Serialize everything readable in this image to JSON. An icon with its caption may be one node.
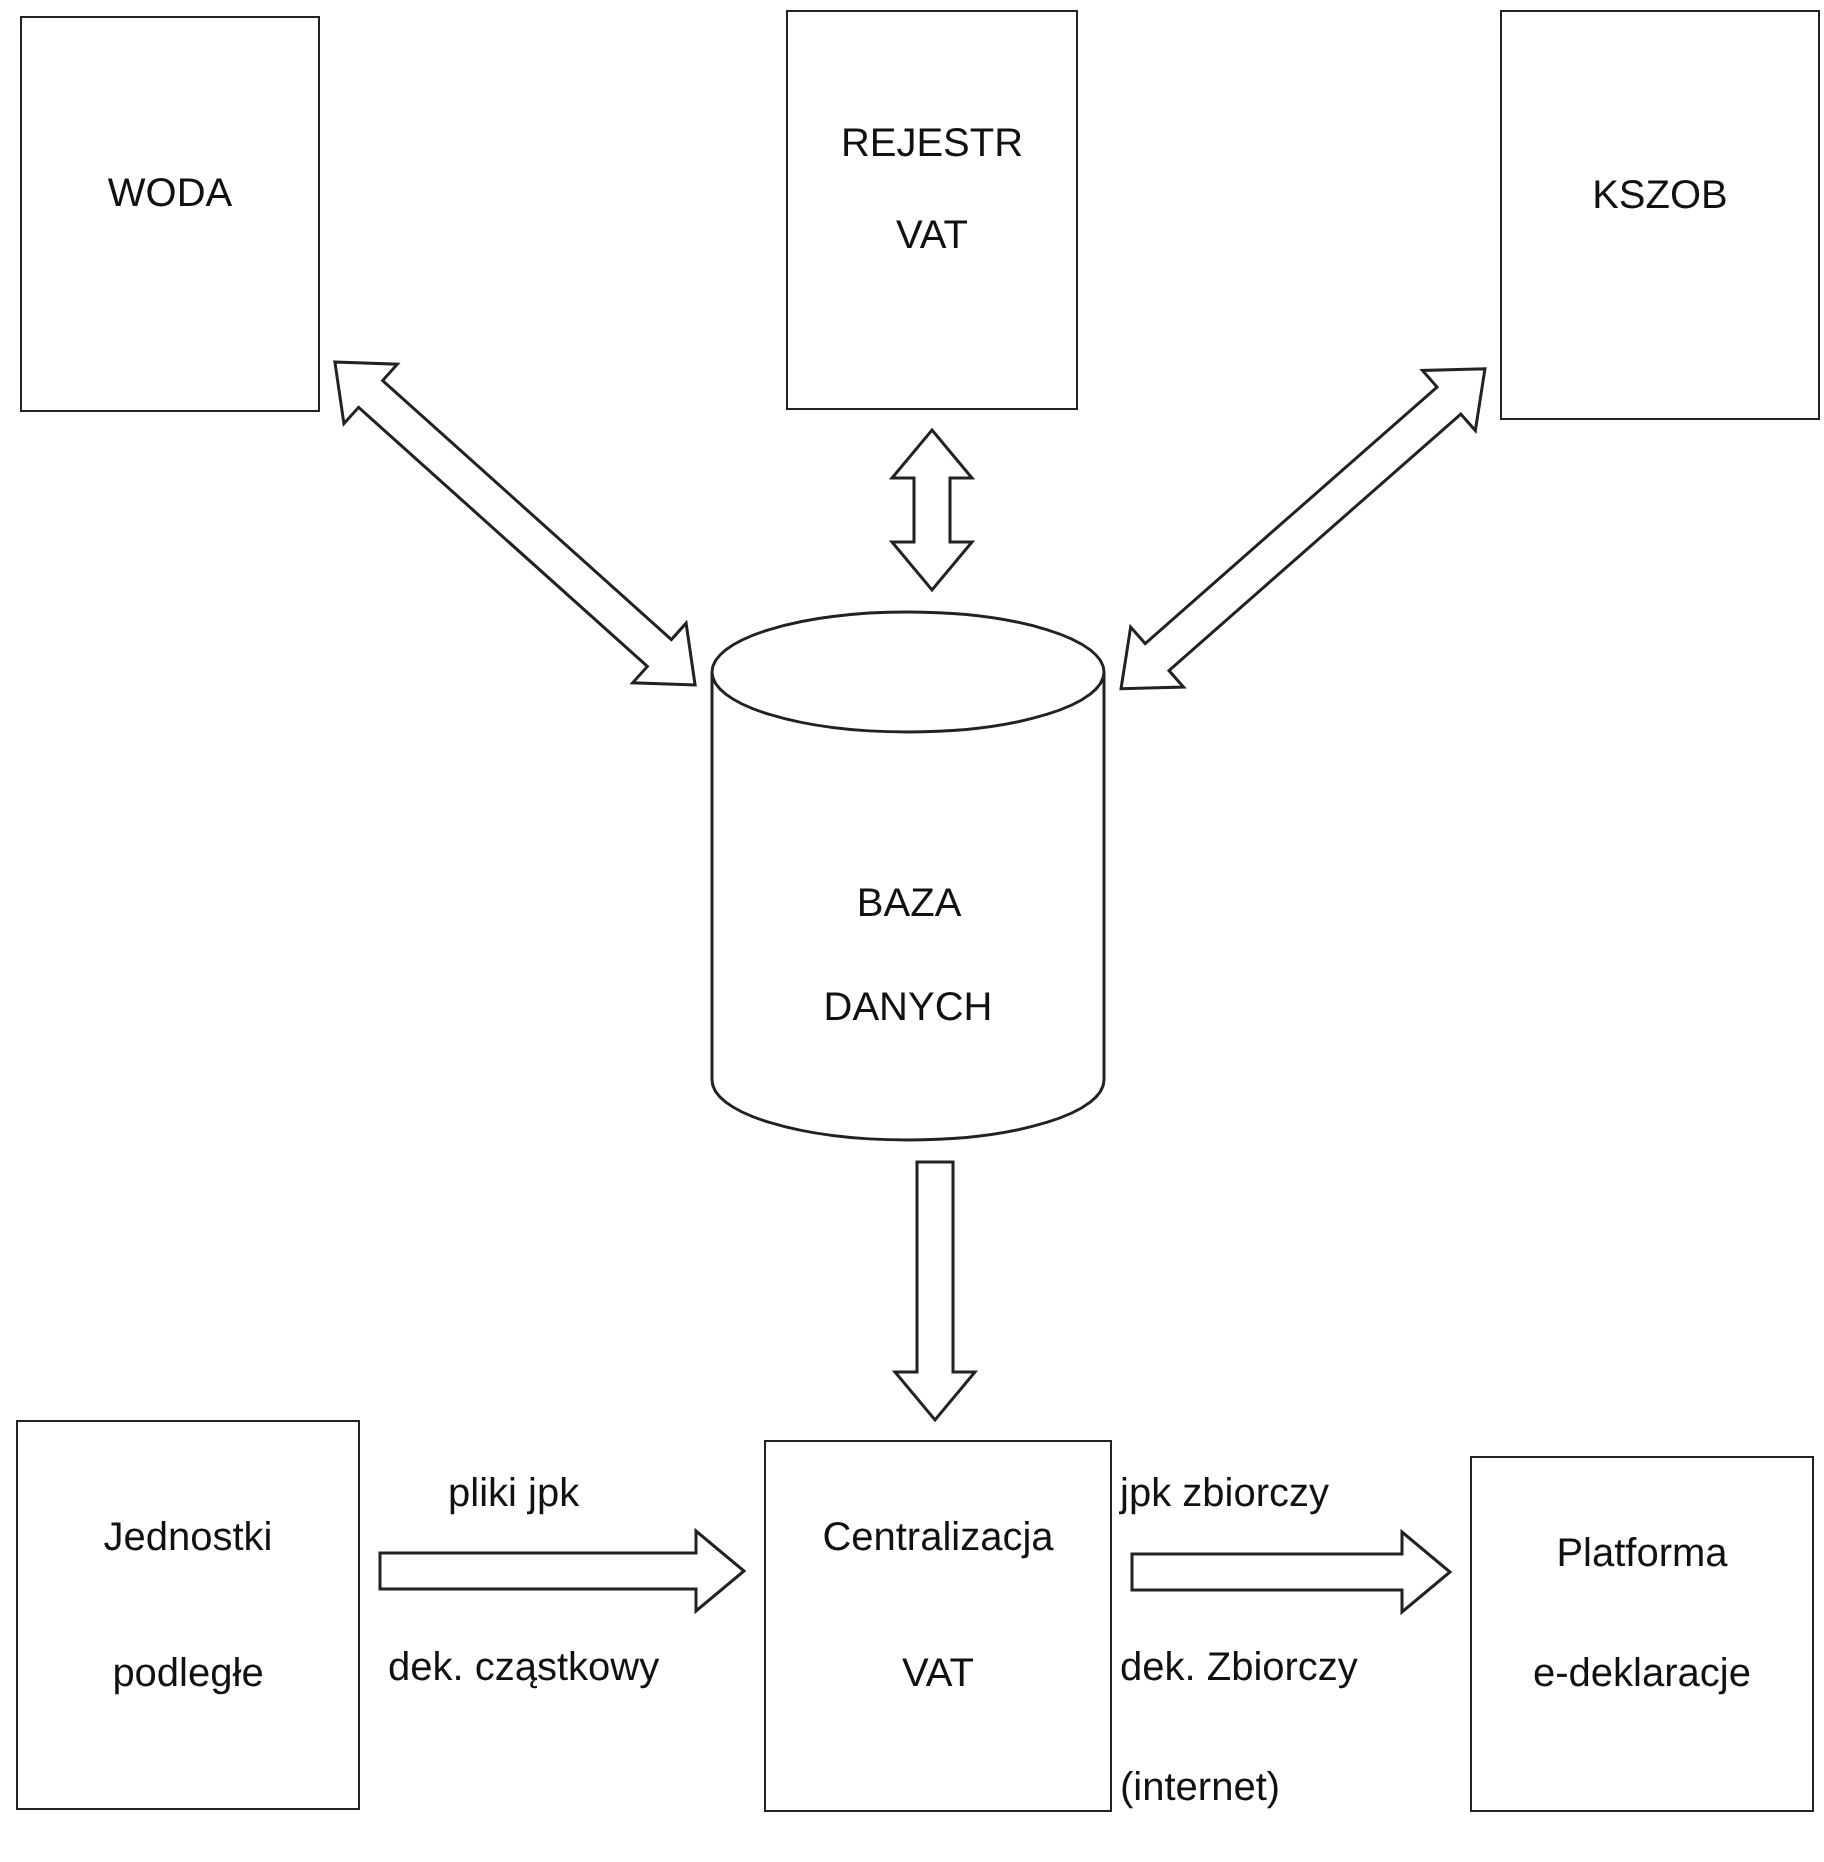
{
  "diagram": {
    "nodes": [
      {
        "text": [
          "WODA"
        ]
      },
      {
        "text": [
          "REJESTR VAT"
        ]
      },
      {
        "text": [
          "KSZOB"
        ]
      },
      {
        "text": [
          "BAZA DANYCH"
        ]
      },
      {
        "text": [
          "Jednostki podległe"
        ]
      },
      {
        "text": [
          "Centralizacja VAT"
        ]
      },
      {
        "text": [
          "Platforma e-deklaracje"
        ]
      }
    ],
    "edges": [
      {
        "from": 0,
        "to": 3,
        "arrow": "both"
      },
      {
        "from": 1,
        "to": 3,
        "arrow": "both"
      },
      {
        "from": 2,
        "to": 3,
        "arrow": "both"
      },
      {
        "from": 3,
        "to": 5,
        "arrow": "to"
      },
      {
        "from": 4,
        "to": 5,
        "arrow": "to",
        "label": "pliki jpk"
      },
      {
        "from": 5,
        "to": 6,
        "arrow": "to",
        "label": "jpk zbiorczy"
      }
    ],
    "labels": [
      "dek. cząstkowy",
      "dek. Zbiorczy",
      "(internet)"
    ]
  }
}
